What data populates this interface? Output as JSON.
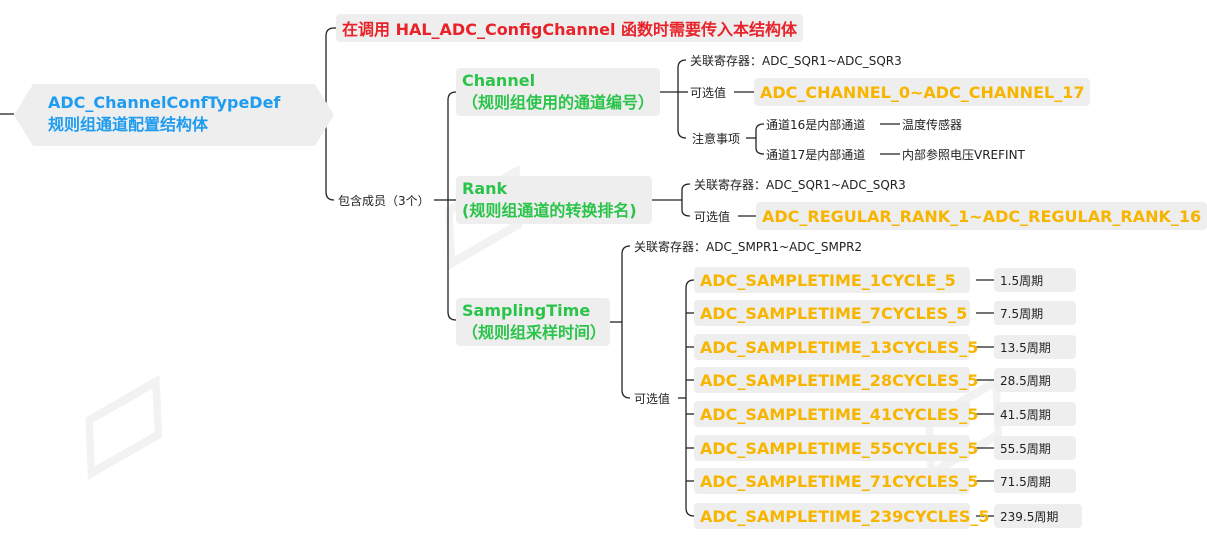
{
  "root": {
    "line1": "ADC_ChannelConfTypeDef",
    "line2": "规则组通道配置结构体"
  },
  "note": "在调用 HAL_ADC_ConfigChannel 函数时需要传入本结构体",
  "members_label": "包含成员（3个）",
  "channel": {
    "title": "Channel",
    "subtitle": "（规则组使用的通道编号）",
    "reg": "关联寄存器：ADC_SQR1~ADC_SQR3",
    "opt_label": "可选值",
    "opt_value": "ADC_CHANNEL_0~ADC_CHANNEL_17",
    "notes_label": "注意事项",
    "notes": [
      {
        "text": "通道16是内部通道",
        "desc": "温度传感器"
      },
      {
        "text": "通道17是内部通道",
        "desc": "内部参照电压VREFINT"
      }
    ]
  },
  "rank": {
    "title": "Rank",
    "subtitle": "(规则组通道的转换排名)",
    "reg": "关联寄存器：ADC_SQR1~ADC_SQR3",
    "opt_label": "可选值",
    "opt_value": "ADC_REGULAR_RANK_1~ADC_REGULAR_RANK_16"
  },
  "sampling": {
    "title": "SamplingTime",
    "subtitle": "（规则组采样时间）",
    "reg": "关联寄存器：ADC_SMPR1~ADC_SMPR2",
    "opt_label": "可选值",
    "options": [
      {
        "name": "ADC_SAMPLETIME_1CYCLE_5",
        "period": "1.5周期"
      },
      {
        "name": "ADC_SAMPLETIME_7CYCLES_5",
        "period": "7.5周期"
      },
      {
        "name": "ADC_SAMPLETIME_13CYCLES_5",
        "period": "13.5周期"
      },
      {
        "name": "ADC_SAMPLETIME_28CYCLES_5",
        "period": "28.5周期"
      },
      {
        "name": "ADC_SAMPLETIME_41CYCLES_5",
        "period": "41.5周期"
      },
      {
        "name": "ADC_SAMPLETIME_55CYCLES_5",
        "period": "55.5周期"
      },
      {
        "name": "ADC_SAMPLETIME_71CYCLES_5",
        "period": "71.5周期"
      },
      {
        "name": "ADC_SAMPLETIME_239CYCLES_5",
        "period": "239.5周期"
      }
    ]
  },
  "colors": {
    "blue": "#1f9cf0",
    "red": "#e8232a",
    "green": "#2bc44a",
    "orange": "#f7b500",
    "node_bg": "#eeeeee"
  }
}
